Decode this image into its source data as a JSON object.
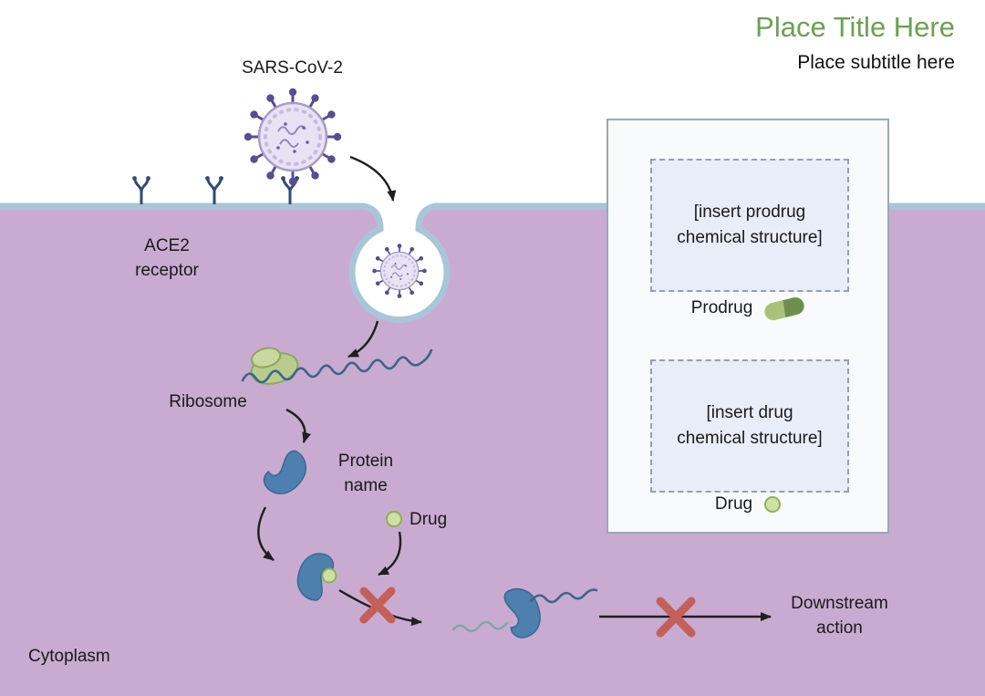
{
  "header": {
    "title": "Place Title Here",
    "subtitle": "Place subtitle here"
  },
  "diagram": {
    "virus_label": "SARS-CoV-2",
    "ace2_label": [
      "ACE2",
      "receptor"
    ],
    "ribosome_label": "Ribosome",
    "protein_label": [
      "Protein",
      "name"
    ],
    "drug_label": "Drug",
    "downstream_label": [
      "Downstream",
      "action"
    ],
    "cytoplasm_label": "Cytoplasm"
  },
  "legend": {
    "prodrug_placeholder": "[insert prodrug chemical structure]",
    "prodrug_label": "Prodrug",
    "drug_placeholder": "[insert drug chemical structure]",
    "drug_label": "Drug"
  },
  "colors": {
    "title_green": "#6ba24f",
    "cytoplasm_purple": "#c9abd1",
    "membrane_blue": "#a9c6d9",
    "virus_spike_purple": "#584c92",
    "virus_body_lavender": "#e8e3f4",
    "protein_blue": "#4e80ad",
    "ribosome_green": "#b9cc8c",
    "drug_green": "#cfe0a5",
    "inhibit_red": "#c4605a",
    "receptor_navy": "#2d4c72"
  }
}
